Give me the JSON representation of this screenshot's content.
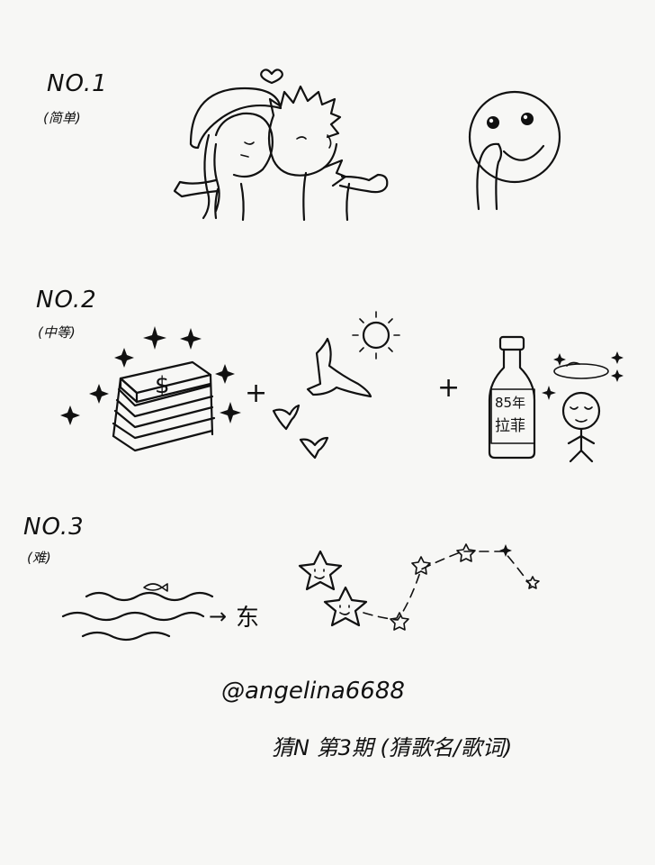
{
  "puzzles": [
    {
      "number_label": "NO.1",
      "difficulty_label": "(简单)"
    },
    {
      "number_label": "NO.2",
      "difficulty_label": "(中等)"
    },
    {
      "number_label": "NO.3",
      "difficulty_label": "(难)"
    }
  ],
  "glyphs": {
    "dollar": "$",
    "plus": "+",
    "bottle_year": "85年",
    "bottle_name": "拉菲",
    "arrow": "→",
    "east": "东"
  },
  "signature": {
    "handle": "@angelina6688",
    "title": "猜N 第3期 (猜歌名/歌词)"
  }
}
